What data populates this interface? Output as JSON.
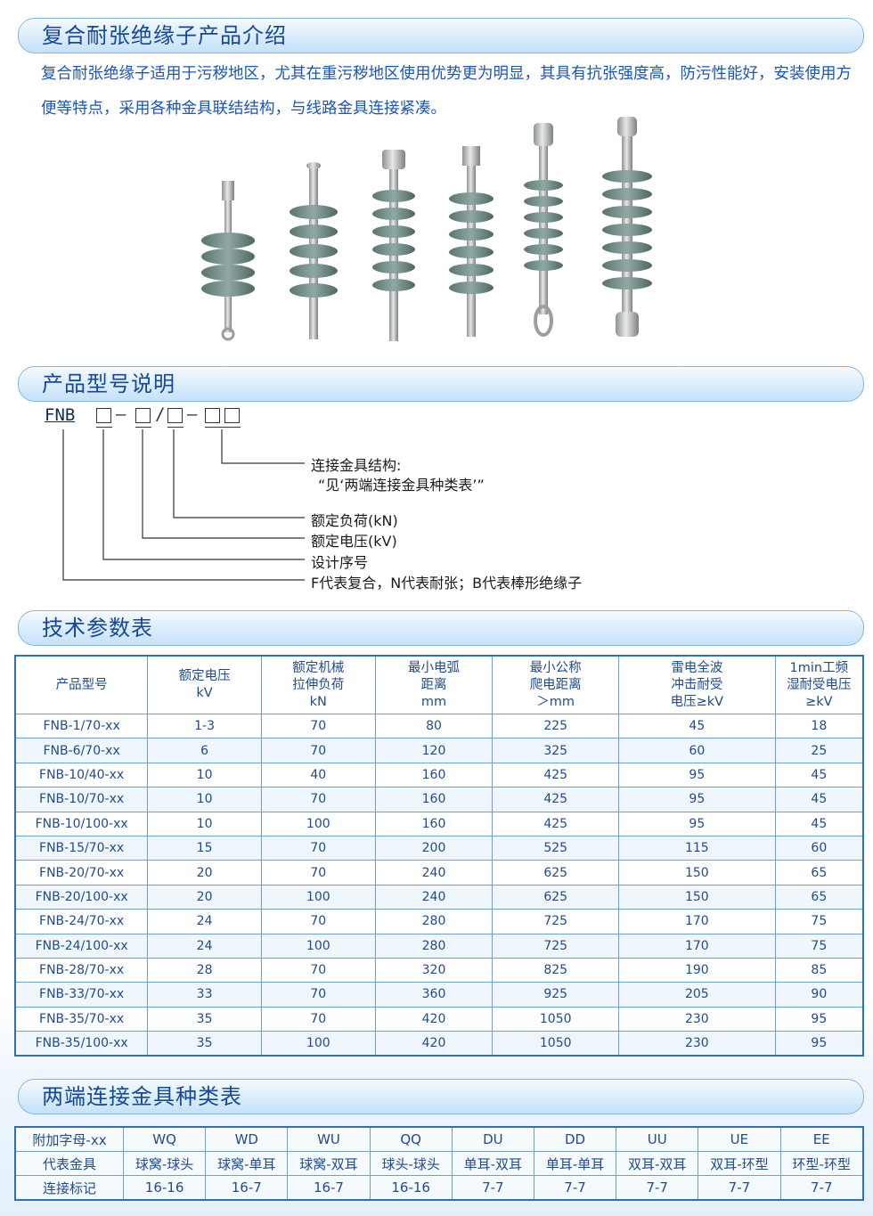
{
  "sections": {
    "intro_title": "复合耐张绝缘子产品介绍",
    "model_title": "产品型号说明",
    "tech_title": "技术参数表",
    "fitting_title": "两端连接金具种类表"
  },
  "intro": {
    "text": "复合耐张绝缘子适用于污秽地区，尤其在重污秽地区使用优势更为明显，其具有抗张强度高，防污性能好，安装使用方便等特点，采用各种金具联结结构，与线路金具连接紧凑。"
  },
  "model": {
    "prefix": "FNB",
    "dash1": "—",
    "slash": "/",
    "dash2": "—",
    "legend": {
      "fitting_structure": "连接金具结构:",
      "fitting_ref": "“见‘两端连接金具种类表’”",
      "rated_load": "额定负荷(kN)",
      "rated_voltage": "额定电压(kV)",
      "design_no": "设计序号",
      "letters": "F代表复合，N代表耐张；B代表棒形绝缘子"
    }
  },
  "colors": {
    "accent": "#15479a",
    "border": "#2f6fb5",
    "text": "#1f4b8f",
    "shed": "#6f8a86"
  },
  "tech_table": {
    "headers": [
      [
        "产品型号"
      ],
      [
        "额定电压",
        "kV"
      ],
      [
        "额定机械",
        "拉伸负荷",
        "kN"
      ],
      [
        "最小电弧",
        "距离",
        "mm"
      ],
      [
        "最小公称",
        "爬电距离",
        "＞mm"
      ],
      [
        "雷电全波",
        "冲击耐受",
        "电压≥kV"
      ],
      [
        "1min工频",
        "湿耐受电压",
        "≥kV"
      ]
    ],
    "rows": [
      [
        "FNB-1/70-xx",
        "1-3",
        "70",
        "80",
        "225",
        "45",
        "18"
      ],
      [
        "FNB-6/70-xx",
        "6",
        "70",
        "120",
        "325",
        "60",
        "25"
      ],
      [
        "FNB-10/40-xx",
        "10",
        "40",
        "160",
        "425",
        "95",
        "45"
      ],
      [
        "FNB-10/70-xx",
        "10",
        "70",
        "160",
        "425",
        "95",
        "45"
      ],
      [
        "FNB-10/100-xx",
        "10",
        "100",
        "160",
        "425",
        "95",
        "45"
      ],
      [
        "FNB-15/70-xx",
        "15",
        "70",
        "200",
        "525",
        "115",
        "60"
      ],
      [
        "FNB-20/70-xx",
        "20",
        "70",
        "240",
        "625",
        "150",
        "65"
      ],
      [
        "FNB-20/100-xx",
        "20",
        "100",
        "240",
        "625",
        "150",
        "65"
      ],
      [
        "FNB-24/70-xx",
        "24",
        "70",
        "280",
        "725",
        "170",
        "75"
      ],
      [
        "FNB-24/100-xx",
        "24",
        "100",
        "280",
        "725",
        "170",
        "75"
      ],
      [
        "FNB-28/70-xx",
        "28",
        "70",
        "320",
        "825",
        "190",
        "85"
      ],
      [
        "FNB-33/70-xx",
        "33",
        "70",
        "360",
        "925",
        "205",
        "90"
      ],
      [
        "FNB-35/70-xx",
        "35",
        "70",
        "420",
        "1050",
        "230",
        "95"
      ],
      [
        "FNB-35/100-xx",
        "35",
        "100",
        "420",
        "1050",
        "230",
        "95"
      ]
    ]
  },
  "fitting_table": {
    "rows": [
      [
        "附加字母-xx",
        "WQ",
        "WD",
        "WU",
        "QQ",
        "DU",
        "DD",
        "UU",
        "UE",
        "EE"
      ],
      [
        "代表金具",
        "球窝-球头",
        "球窝-单耳",
        "球窝-双耳",
        "球头-球头",
        "单耳-双耳",
        "单耳-单耳",
        "双耳-双耳",
        "双耳-环型",
        "环型-环型"
      ],
      [
        "连接标记",
        "16-16",
        "16-7",
        "16-7",
        "16-16",
        "7-7",
        "7-7",
        "7-7",
        "7-7",
        "7-7"
      ]
    ]
  },
  "icons": {
    "photo": "insulator-photo-icon"
  }
}
